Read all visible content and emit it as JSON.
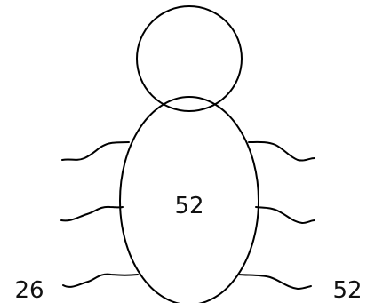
{
  "diagram": {
    "body_label": "52",
    "left_label": "26",
    "right_label": "52"
  },
  "colors": {
    "stroke": "#000000",
    "text": "#111111",
    "background": "#ffffff"
  }
}
